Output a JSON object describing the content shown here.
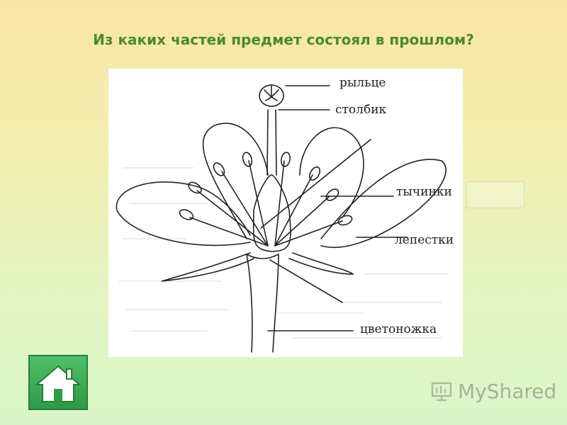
{
  "slide": {
    "title": "Из каких частей предмет состоял в прошлом?"
  },
  "diagram": {
    "labels": {
      "stigma": "рыльце",
      "style": "столбик",
      "stamens": "тычинки",
      "petals": "лепестки",
      "pedicel": "цветоножка"
    }
  },
  "nav": {
    "home_icon": "home-icon"
  },
  "brand": {
    "name": "MyShared"
  },
  "colors": {
    "title": "#4a8a2a",
    "home_button": "#3aa856"
  }
}
